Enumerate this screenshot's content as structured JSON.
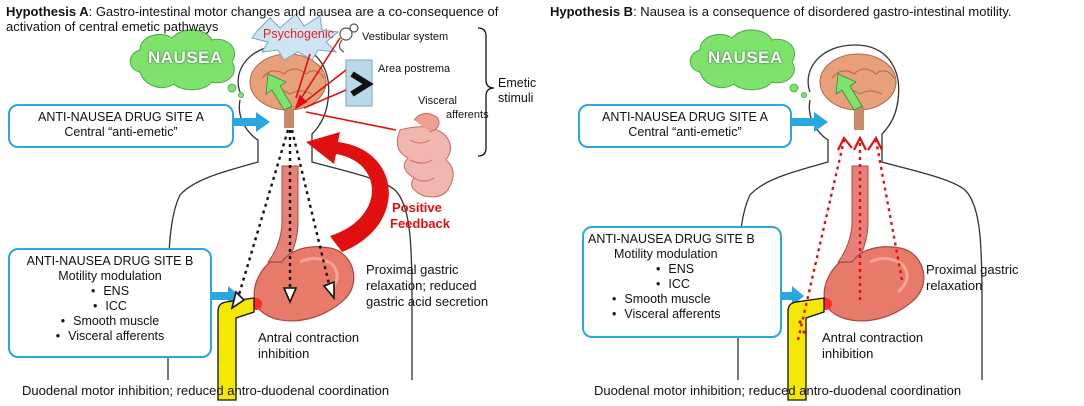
{
  "hypothesis_a": {
    "title_label": "Hypothesis A",
    "title_text": ": Gastro-intestinal motor changes and nausea  are  a co-consequence of",
    "title_line2": "activation of central emetic pathways",
    "nausea": "NAUSEA",
    "psychogenic": "Psychogenic",
    "vestibular": "Vestibular system",
    "area_postrema": "Area postrema",
    "visceral_line1": "Visceral",
    "visceral_line2": "afferents",
    "emetic_line1": "Emetic",
    "emetic_line2": "stimuli",
    "site_a_line1": "ANTI-NAUSEA  DRUG SITE A",
    "site_a_line2": "Central “anti-emetic”",
    "positive_line1": "Positive",
    "positive_line2": "Feedback",
    "site_b_head": "ANTI-NAUSEA  DRUG SITE B",
    "site_b_sub": "Motility modulation",
    "site_b_items": [
      "ENS",
      "ICC",
      "Smooth muscle",
      "Visceral afferents"
    ],
    "proximal_line1": "Proximal gastric",
    "proximal_line2": "relaxation; reduced",
    "proximal_line3": "gastric acid secretion",
    "antral_line1": "Antral contraction",
    "antral_line2": "inhibition",
    "duodenal": "Duodenal motor inhibition; reduced antro-duodenal coordination"
  },
  "hypothesis_b": {
    "title_label": "Hypothesis B",
    "title_text": ": Nausea is a consequence of  disordered gastro-intestinal motility.",
    "nausea": "NAUSEA",
    "site_a_line1": "ANTI-NAUSEA  DRUG SITE A",
    "site_a_line2": "Central “anti-emetic”",
    "site_b_head": "ANTI-NAUSEA  DRUG SITE B",
    "site_b_sub": "Motility modulation",
    "site_b_items": [
      "ENS",
      "ICC",
      "Smooth muscle",
      "Visceral afferents"
    ],
    "proximal_line1": "Proximal gastric",
    "proximal_line2": "relaxation",
    "antral_line1": "Antral contraction",
    "antral_line2": "inhibition",
    "duodenal": "Duodenal motor inhibition;  reduced antro-duodenal coordination"
  },
  "colors": {
    "box_border": "#2aa6e0",
    "arrow_blue": "#2aa6e0",
    "cloud": "#7ee36a",
    "brain": "#e8a07a",
    "stomach": "#e87a6a",
    "duodenum": "#f5e800",
    "feedback": "#e01010"
  }
}
